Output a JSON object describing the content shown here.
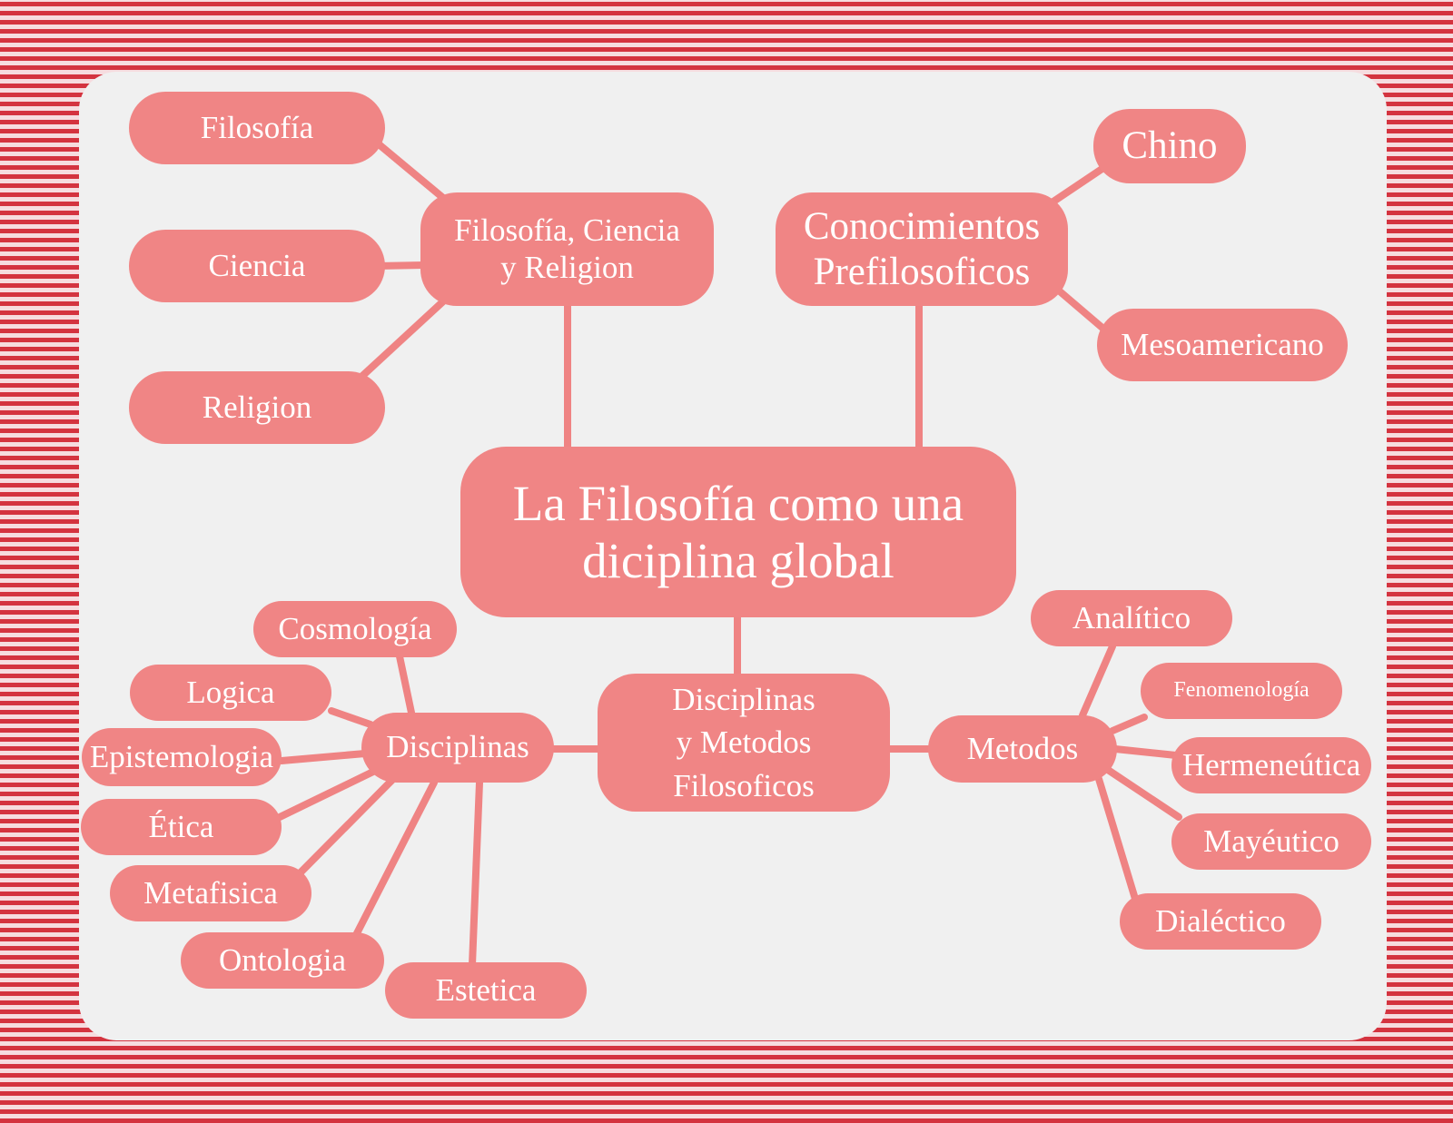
{
  "colors": {
    "node_fill": "#f08585",
    "node_text": "#ffffff",
    "link": "#ef8383",
    "card": "#f0f0f0",
    "border_stripe_a": "#d4333f",
    "border_stripe_b": "#f6dcdf"
  },
  "map": {
    "center": "La Filosofía como una\ndiciplina global",
    "branch_fcr": "Filosofía, Ciencia\ny Religion",
    "fcr_items": [
      "Filosofía",
      "Ciencia",
      "Religion"
    ],
    "branch_prefilo": "Conocimientos\nPrefilosoficos",
    "prefilo_items": [
      "Chino",
      "Mesoamericano"
    ],
    "branch_dym": "Disciplinas\ny Metodos\nFilosoficos",
    "disciplinas": {
      "label": "Disciplinas",
      "items": [
        "Cosmología",
        "Logica",
        "Epistemologia",
        "Ética",
        "Metafisica",
        "Ontologia",
        "Estetica"
      ]
    },
    "metodos": {
      "label": "Metodos",
      "items": [
        "Analítico",
        "Fenomenología",
        "Hermeneútica",
        "Mayéutico",
        "Dialéctico"
      ]
    }
  }
}
